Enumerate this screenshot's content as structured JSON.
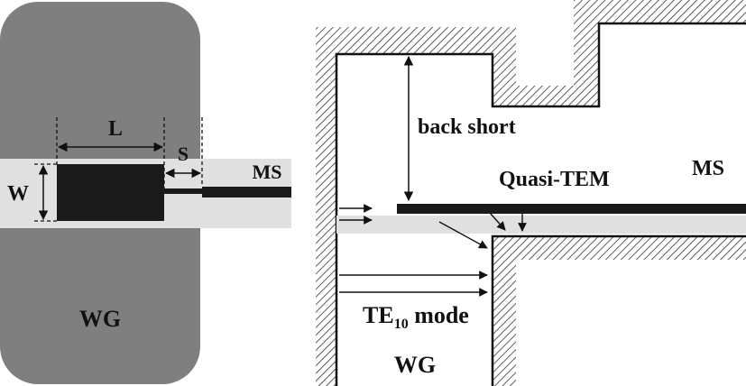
{
  "left_diagram": {
    "dimension_L": "L",
    "dimension_S": "S",
    "dimension_W": "W",
    "label_ms": "MS",
    "label_wg": "WG"
  },
  "right_diagram": {
    "label_back_short": "back short",
    "label_quasi_tem": "Quasi-TEM",
    "label_ms": "MS",
    "label_mode_prefix": "TE",
    "label_mode_subscript": "10",
    "label_mode_suffix": " mode",
    "label_wg": "WG"
  },
  "colors": {
    "waveguide_fill": "#7f7f7f",
    "substrate_fill": "#e0e0e0",
    "conductor": "#1a1a1a",
    "hatch": "#333333"
  }
}
